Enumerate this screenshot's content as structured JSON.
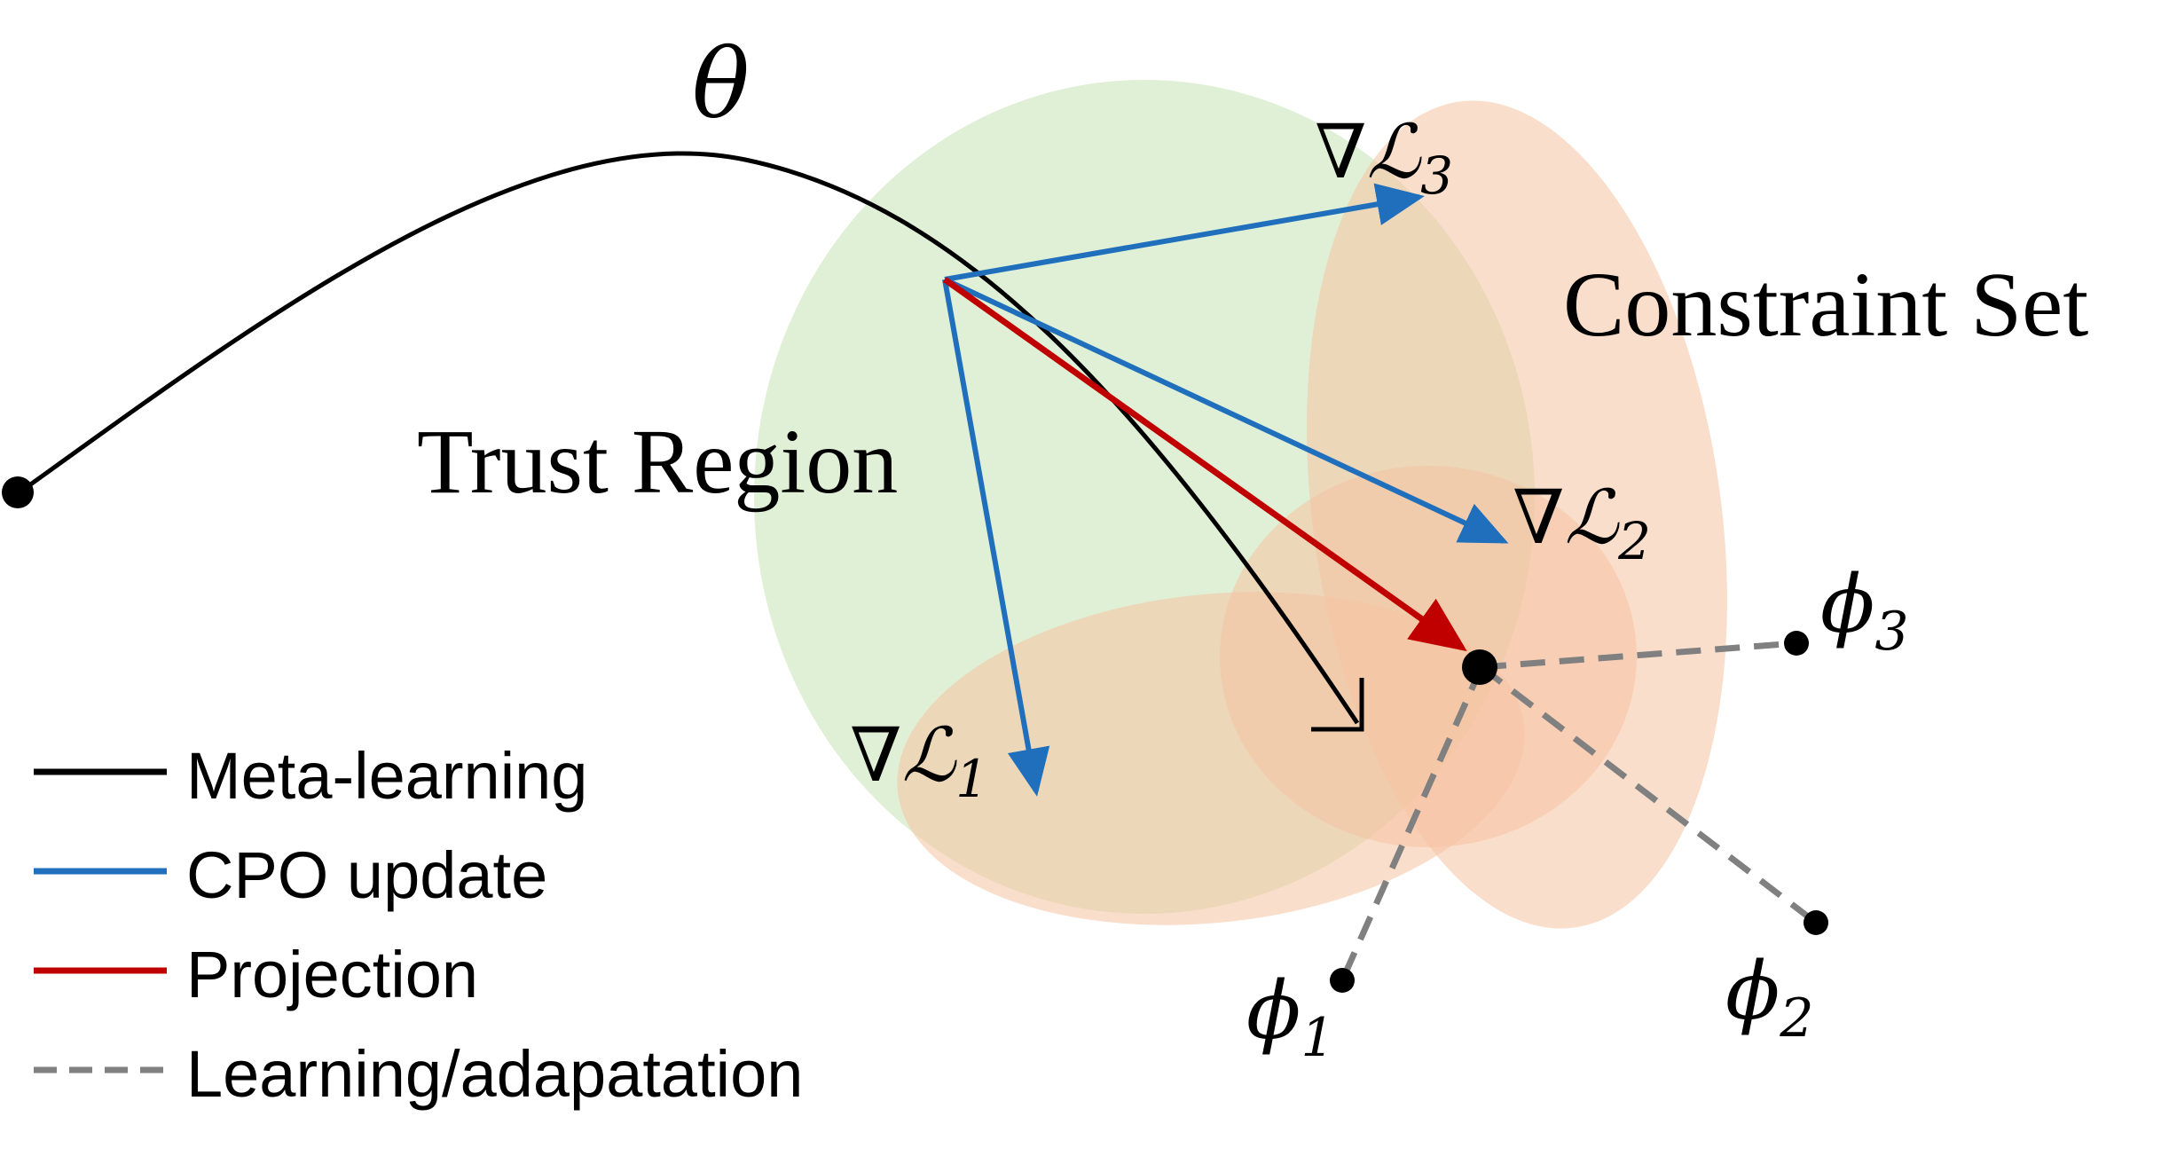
{
  "labels": {
    "theta": "θ",
    "trust_region": "Trust Region",
    "constraint_set": "Constraint Set",
    "grad_prefix": "∇ℒ",
    "grad1_sub": "1",
    "grad2_sub": "2",
    "grad3_sub": "3",
    "phi": "ϕ",
    "phi1_sub": "1",
    "phi2_sub": "2",
    "phi3_sub": "3"
  },
  "legend": [
    {
      "label": "Meta-learning",
      "color": "#000000",
      "style": "solid"
    },
    {
      "label": "CPO update",
      "color": "#1f6fbd",
      "style": "solid"
    },
    {
      "label": "Projection",
      "color": "#c00000",
      "style": "solid"
    },
    {
      "label": "Learning/adapatation",
      "color": "#808080",
      "style": "dashed"
    }
  ],
  "colors": {
    "trust_region_fill": "#c7e3b4",
    "constraint_fill": "#f6c2a2",
    "meta": "#000000",
    "cpo": "#1f6fbd",
    "projection": "#c00000",
    "adaptation": "#808080"
  }
}
